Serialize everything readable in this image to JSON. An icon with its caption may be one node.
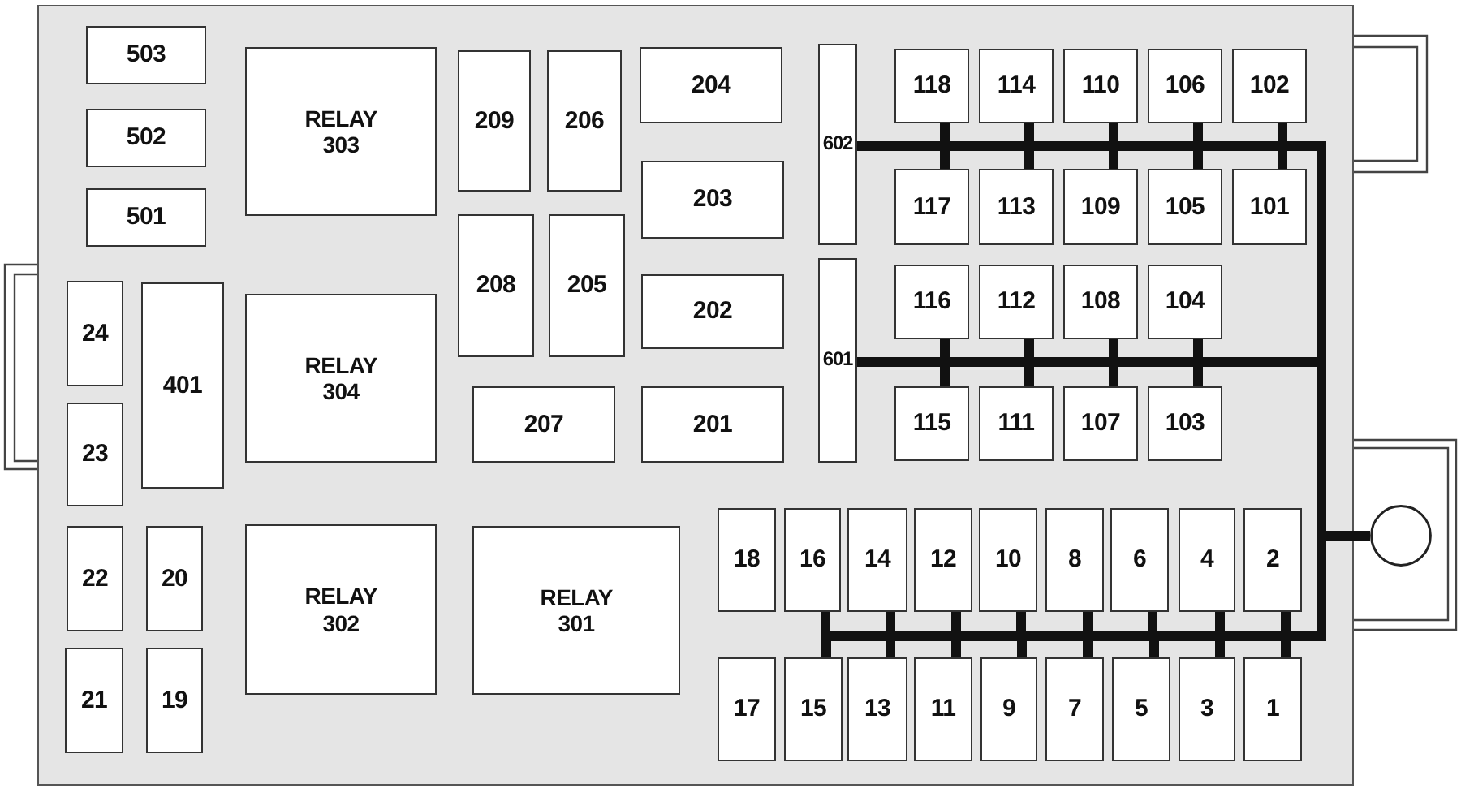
{
  "diagram": {
    "nodes": [
      {
        "text": [
          "503"
        ]
      },
      {
        "text": [
          "502"
        ]
      },
      {
        "text": [
          "501"
        ]
      },
      {
        "text": [
          "RELAY 303"
        ]
      },
      {
        "text": [
          "209"
        ]
      },
      {
        "text": [
          "206"
        ]
      },
      {
        "text": [
          "204"
        ]
      },
      {
        "text": [
          "203"
        ]
      },
      {
        "text": [
          "208"
        ]
      },
      {
        "text": [
          "205"
        ]
      },
      {
        "text": [
          "202"
        ]
      },
      {
        "text": [
          "207"
        ]
      },
      {
        "text": [
          "201"
        ]
      },
      {
        "text": [
          "602"
        ]
      },
      {
        "text": [
          "118"
        ]
      },
      {
        "text": [
          "114"
        ]
      },
      {
        "text": [
          "110"
        ]
      },
      {
        "text": [
          "106"
        ]
      },
      {
        "text": [
          "102"
        ]
      },
      {
        "text": [
          "117"
        ]
      },
      {
        "text": [
          "113"
        ]
      },
      {
        "text": [
          "109"
        ]
      },
      {
        "text": [
          "105"
        ]
      },
      {
        "text": [
          "101"
        ]
      },
      {
        "text": [
          "601"
        ]
      },
      {
        "text": [
          "116"
        ]
      },
      {
        "text": [
          "112"
        ]
      },
      {
        "text": [
          "108"
        ]
      },
      {
        "text": [
          "104"
        ]
      },
      {
        "text": [
          "115"
        ]
      },
      {
        "text": [
          "111"
        ]
      },
      {
        "text": [
          "107"
        ]
      },
      {
        "text": [
          "103"
        ]
      },
      {
        "text": [
          "24"
        ]
      },
      {
        "text": [
          "401"
        ]
      },
      {
        "text": [
          "RELAY 304"
        ]
      },
      {
        "text": [
          "23"
        ]
      },
      {
        "text": [
          "22"
        ]
      },
      {
        "text": [
          "20"
        ]
      },
      {
        "text": [
          "RELAY 302"
        ]
      },
      {
        "text": [
          "RELAY 301"
        ]
      },
      {
        "text": [
          "18"
        ]
      },
      {
        "text": [
          "16"
        ]
      },
      {
        "text": [
          "14"
        ]
      },
      {
        "text": [
          "12"
        ]
      },
      {
        "text": [
          "10"
        ]
      },
      {
        "text": [
          "8"
        ]
      },
      {
        "text": [
          "6"
        ]
      },
      {
        "text": [
          "4"
        ]
      },
      {
        "text": [
          "2"
        ]
      },
      {
        "text": [
          "21"
        ]
      },
      {
        "text": [
          "19"
        ]
      },
      {
        "text": [
          "17"
        ]
      },
      {
        "text": [
          "15"
        ]
      },
      {
        "text": [
          "13"
        ]
      },
      {
        "text": [
          "11"
        ]
      },
      {
        "text": [
          "9"
        ]
      },
      {
        "text": [
          "7"
        ]
      },
      {
        "text": [
          "5"
        ]
      },
      {
        "text": [
          "3"
        ]
      },
      {
        "text": [
          "1"
        ]
      },
      {
        "text": [],
        "shape": "circle"
      }
    ],
    "edges": [
      {
        "from": 13,
        "to": 61,
        "arrow": "none"
      },
      {
        "from": 14,
        "to": 61,
        "arrow": "none"
      },
      {
        "from": 19,
        "to": 61,
        "arrow": "none"
      },
      {
        "from": 15,
        "to": 61,
        "arrow": "none"
      },
      {
        "from": 20,
        "to": 61,
        "arrow": "none"
      },
      {
        "from": 16,
        "to": 61,
        "arrow": "none"
      },
      {
        "from": 21,
        "to": 61,
        "arrow": "none"
      },
      {
        "from": 17,
        "to": 61,
        "arrow": "none"
      },
      {
        "from": 22,
        "to": 61,
        "arrow": "none"
      },
      {
        "from": 18,
        "to": 61,
        "arrow": "none"
      },
      {
        "from": 23,
        "to": 61,
        "arrow": "none"
      },
      {
        "from": 24,
        "to": 61,
        "arrow": "none"
      },
      {
        "from": 25,
        "to": 61,
        "arrow": "none"
      },
      {
        "from": 29,
        "to": 61,
        "arrow": "none"
      },
      {
        "from": 26,
        "to": 61,
        "arrow": "none"
      },
      {
        "from": 30,
        "to": 61,
        "arrow": "none"
      },
      {
        "from": 27,
        "to": 61,
        "arrow": "none"
      },
      {
        "from": 31,
        "to": 61,
        "arrow": "none"
      },
      {
        "from": 28,
        "to": 61,
        "arrow": "none"
      },
      {
        "from": 32,
        "to": 61,
        "arrow": "none"
      },
      {
        "from": 42,
        "to": 61,
        "arrow": "none"
      },
      {
        "from": 53,
        "to": 61,
        "arrow": "none"
      },
      {
        "from": 43,
        "to": 61,
        "arrow": "none"
      },
      {
        "from": 54,
        "to": 61,
        "arrow": "none"
      },
      {
        "from": 44,
        "to": 61,
        "arrow": "none"
      },
      {
        "from": 55,
        "to": 61,
        "arrow": "none"
      },
      {
        "from": 45,
        "to": 61,
        "arrow": "none"
      },
      {
        "from": 56,
        "to": 61,
        "arrow": "none"
      },
      {
        "from": 46,
        "to": 61,
        "arrow": "none"
      },
      {
        "from": 57,
        "to": 61,
        "arrow": "none"
      },
      {
        "from": 47,
        "to": 61,
        "arrow": "none"
      },
      {
        "from": 58,
        "to": 61,
        "arrow": "none"
      },
      {
        "from": 48,
        "to": 61,
        "arrow": "none"
      },
      {
        "from": 59,
        "to": 61,
        "arrow": "none"
      },
      {
        "from": 49,
        "to": 61,
        "arrow": "none"
      },
      {
        "from": 60,
        "to": 61,
        "arrow": "none"
      }
    ]
  }
}
